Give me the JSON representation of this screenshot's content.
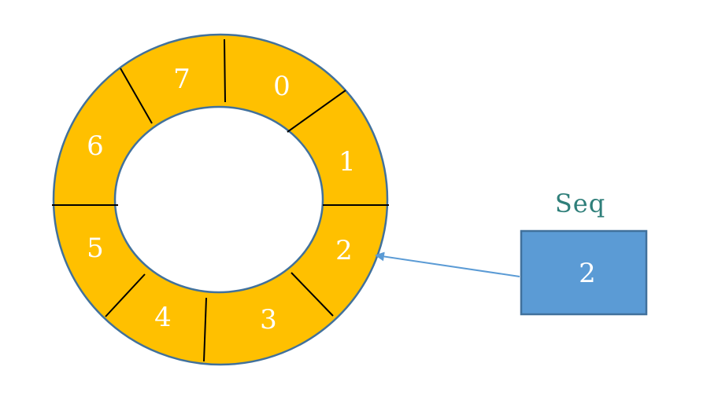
{
  "ring": {
    "slots": [
      "0",
      "1",
      "2",
      "3",
      "4",
      "5",
      "6",
      "7"
    ],
    "fill_color": "#FFC000",
    "outline_color": "#41719C",
    "divider_color": "#000000",
    "label_color": "#FFFFFF"
  },
  "seq": {
    "title": "Seq",
    "value": "2",
    "title_color": "#2F7F7A",
    "box_fill": "#5B9BD5",
    "box_border": "#41719C",
    "points_to_slot": "2"
  },
  "arrow": {
    "color": "#5B9BD5"
  }
}
